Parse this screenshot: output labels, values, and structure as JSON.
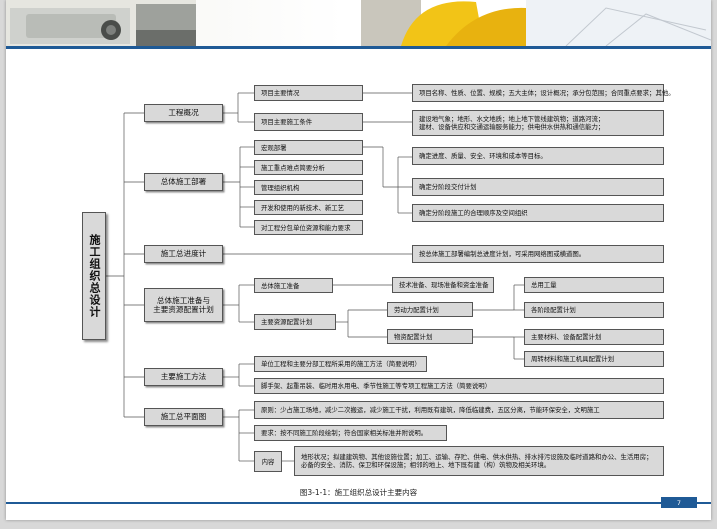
{
  "root": {
    "label": "施工组织总设计"
  },
  "sections": [
    {
      "label": "工程概况",
      "items": [
        {
          "label": "项目主要情况",
          "detail": "项目名称、性质、位置、规模；五大主体；设计概况；承分包范围；合同重点要求；其他。"
        },
        {
          "label": "项目主要施工条件",
          "detail": [
            "建设地气象；地形、水文地质；地上地下管线建筑物；道路河流；",
            "建材、设备供应和交通运输服务能力；供电供水供热和通信能力；"
          ]
        }
      ]
    },
    {
      "label": "总体施工部署",
      "items": [
        "宏观部署",
        "施工重点难点简要分析",
        "管理组织机构",
        "开发和使用的新技术、新工艺",
        "对工程分包单位资源和能力要求"
      ],
      "details": [
        "确定进度、质量、安全、环境和成本等目标。",
        "确定分阶段交付计划",
        "确定分阶段施工的合理顺序及空间组织"
      ]
    },
    {
      "label": "施工总进度计",
      "detail": "按总体施工部署编制总进度计划，可采用网络图或横道图。"
    },
    {
      "label": [
        "总体施工准备与",
        "主要资源配置计划"
      ],
      "prep": {
        "label": "总体施工准备",
        "detail": "技术准备、现场准备和资金准备"
      },
      "resource": {
        "label": "主要资源配置计划",
        "labor": {
          "label": "劳动力配置计划",
          "items": [
            "总用工量",
            "各阶段配置计划"
          ]
        },
        "material": {
          "label": "物资配置计划",
          "items": [
            "主要材料、设备配置计划",
            "周转材料和施工机具配置计划"
          ]
        }
      }
    },
    {
      "label": "主要施工方法",
      "items": [
        "单位工程和主要分部工程所采用的施工方法（简要说明）",
        "脚手架、起重吊装、临时用水用电、季节性施工等专项工程施工方法（简要说明）"
      ]
    },
    {
      "label": "施工总平面图",
      "items": [
        "原则：少占施工场地，减少二次搬运，减少施工干扰，利用既有建筑，降低临建费，五区分离，节能环保安全，文明施工",
        "要求：按不同施工阶段绘制；符合国家相关标准并附说明。"
      ],
      "content": {
        "label": "内容",
        "detail": [
          "地形状况；拟建建筑物、其他设施位置；加工、运输、存贮、供电、供水供热、排水排污设施及临时道路和办公、生活用房；",
          "必备的安全、消防、保卫和环保设施；相邻的地上、地下既有建（构）筑物及相关环境。"
        ]
      }
    }
  ],
  "caption": "图3-1-1：施工组织总设计主要内容",
  "page_number": "7",
  "colors": {
    "box_fill": "#d9d9d9",
    "box_border": "#555555",
    "accent_blue": "#1f5a96"
  }
}
